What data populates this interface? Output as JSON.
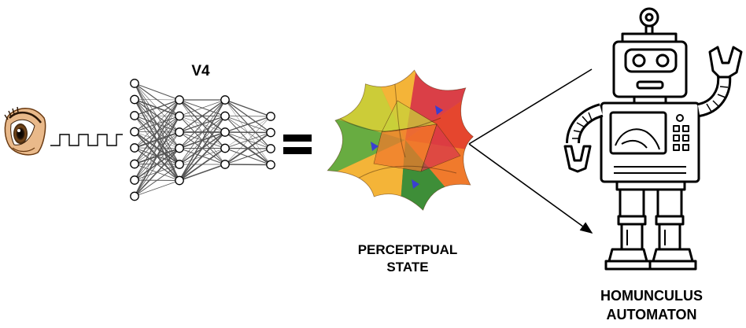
{
  "network": {
    "title": "V4",
    "layers": [
      8,
      6,
      5,
      4
    ]
  },
  "perceptual_state": {
    "label_line1": "PERCEPTPUAL",
    "label_line2": "STATE"
  },
  "robot": {
    "label_line1": "HOMUNCULUS",
    "label_line2": "AUTOMATON"
  },
  "colors": {
    "ink": "#000000",
    "node_fill": "#ffffff",
    "edge": "#555555",
    "eye_skin": "#e9b98a",
    "state_palette": [
      "#e4412f",
      "#f07a2d",
      "#f4b93a",
      "#c9d23a",
      "#5cb043",
      "#2f8f3a",
      "#d83a4a",
      "#3a3fd0"
    ]
  }
}
